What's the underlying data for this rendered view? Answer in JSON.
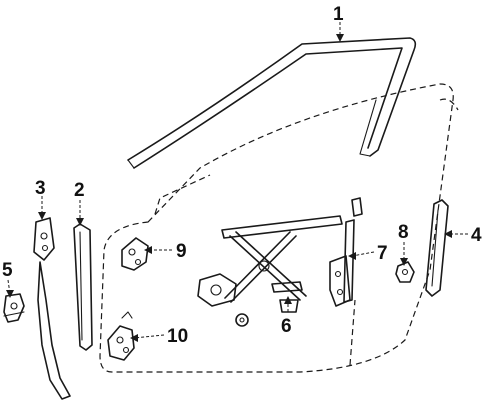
{
  "parts": [
    {
      "label": "1",
      "icon": "glass-run-channel-icon"
    },
    {
      "label": "2",
      "icon": "rear-guide-channel-icon"
    },
    {
      "label": "3",
      "icon": "front-channel-bracket-icon"
    },
    {
      "label": "4",
      "icon": "rear-channel-icon"
    },
    {
      "label": "5",
      "icon": "channel-bracket-icon"
    },
    {
      "label": "6",
      "icon": "window-regulator-icon"
    },
    {
      "label": "7",
      "icon": "lower-channel-icon"
    },
    {
      "label": "8",
      "icon": "stopper-icon"
    },
    {
      "label": "9",
      "icon": "hinge-upper-icon"
    },
    {
      "label": "10",
      "icon": "hinge-lower-icon"
    }
  ]
}
